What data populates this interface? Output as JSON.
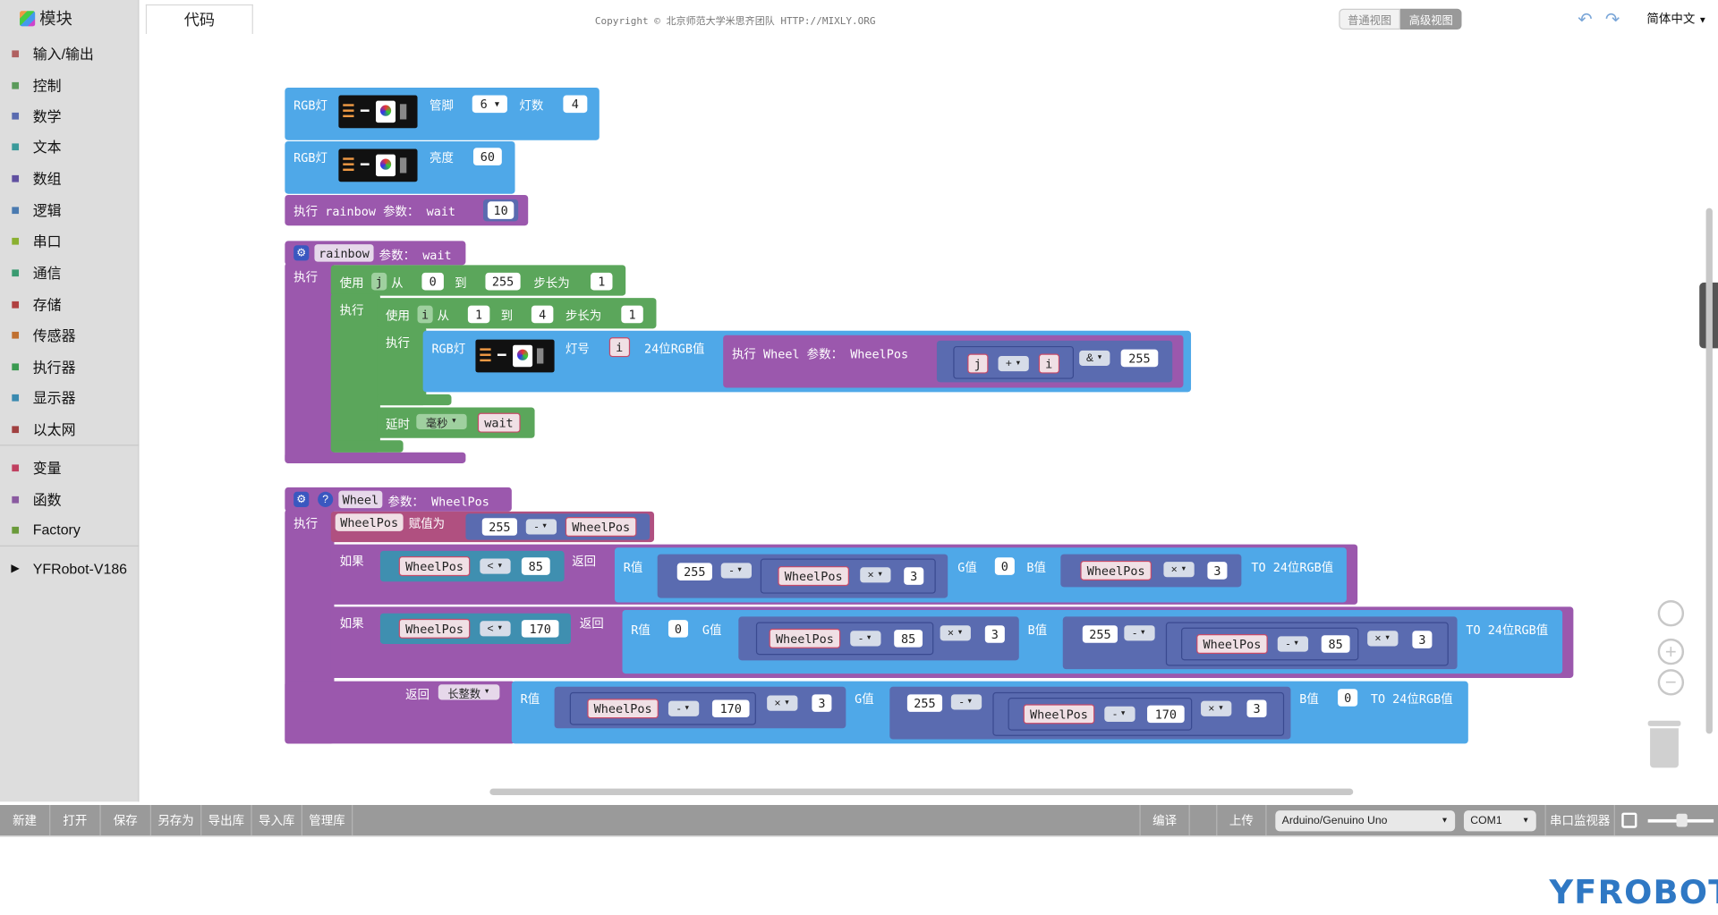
{
  "sidebar": {
    "title": "模块",
    "items": [
      {
        "label": "输入/输出",
        "icon": "arrows-icon",
        "color": "#b06060"
      },
      {
        "label": "控制",
        "icon": "gamepad-icon",
        "color": "#5a9a5a"
      },
      {
        "label": "数学",
        "icon": "math-icon",
        "color": "#5a6bb0"
      },
      {
        "label": "文本",
        "icon": "text-icon",
        "color": "#3a9a9a"
      },
      {
        "label": "数组",
        "icon": "array-icon",
        "color": "#6050a0"
      },
      {
        "label": "逻辑",
        "icon": "bulb-icon",
        "color": "#4a7ab0"
      },
      {
        "label": "串口",
        "icon": "pen-icon",
        "color": "#8ab030"
      },
      {
        "label": "通信",
        "icon": "satellite-icon",
        "color": "#3a9a70"
      },
      {
        "label": "存储",
        "icon": "storage-icon",
        "color": "#b04040"
      },
      {
        "label": "传感器",
        "icon": "sensor-icon",
        "color": "#c07030"
      },
      {
        "label": "执行器",
        "icon": "actuator-icon",
        "color": "#3a9a50"
      },
      {
        "label": "显示器",
        "icon": "monitor-icon",
        "color": "#3a8ab0"
      },
      {
        "label": "以太网",
        "icon": "globe-icon",
        "color": "#a04040"
      },
      {
        "label": "变量",
        "icon": "variable-icon",
        "color": "#c04060"
      },
      {
        "label": "函数",
        "icon": "function-icon",
        "color": "#8a5aa0"
      },
      {
        "label": "Factory",
        "icon": "bolt-icon",
        "color": "#6a9a3a"
      },
      {
        "label": "YFRobot-V186",
        "icon": "triangle-right-icon",
        "color": "#111111"
      }
    ]
  },
  "header": {
    "tab": "代码",
    "copyright": "Copyright © 北京师范大学米思齐团队 HTTP://MIXLY.ORG",
    "view_normal": "普通视图",
    "view_advanced": "高级视图",
    "language": "简体中文"
  },
  "blocks": {
    "rgb1": {
      "label": "RGB灯",
      "pin_label": "管脚",
      "pin": "6",
      "count_label": "灯数",
      "count": "4"
    },
    "rgb2": {
      "label": "RGB灯",
      "bright_label": "亮度",
      "bright": "60"
    },
    "call_rainbow": {
      "label": "执行 rainbow 参数： wait",
      "value": "10"
    },
    "rainbow_fn": {
      "name": "rainbow",
      "params": "参数： wait",
      "do": "执行",
      "loop1": {
        "use": "使用",
        "var": "j",
        "from": "从",
        "start": "0",
        "to": "到",
        "end": "255",
        "step_label": "步长为",
        "step": "1",
        "do": "执行"
      },
      "loop2": {
        "use": "使用",
        "var": "i",
        "from": "从",
        "start": "1",
        "to": "到",
        "end": "4",
        "step_label": "步长为",
        "step": "1",
        "do": "执行"
      },
      "rgb": {
        "label": "RGB灯",
        "num_label": "灯号",
        "num": "i",
        "color_label": "24位RGB值",
        "call": "执行 Wheel 参数： WheelPos",
        "a": "j",
        "op1": "+",
        "b": "i",
        "op2": "&",
        "c": "255"
      },
      "delay": {
        "label": "延时",
        "unit": "毫秒",
        "var": "wait"
      }
    },
    "wheel_fn": {
      "name": "Wheel",
      "params": "参数： WheelPos",
      "do": "执行",
      "assign": {
        "var": "WheelPos",
        "label": "赋值为",
        "a": "255",
        "op": "-",
        "b": "WheelPos"
      },
      "if1": {
        "label": "如果",
        "var": "WheelPos",
        "op": "<",
        "val": "85",
        "ret": "返回",
        "r": "R值",
        "r_a": "255",
        "r_op": "-",
        "r_var": "WheelPos",
        "r_mul": "×",
        "r_b": "3",
        "g": "G值",
        "g_v": "0",
        "b": "B值",
        "b_var": "WheelPos",
        "b_mul": "×",
        "b_b": "3",
        "to": "TO 24位RGB值"
      },
      "if2": {
        "label": "如果",
        "var": "WheelPos",
        "op": "<",
        "val": "170",
        "ret": "返回",
        "r": "R值",
        "r_v": "0",
        "g": "G值",
        "g_var": "WheelPos",
        "g_op": "-",
        "g_a": "85",
        "g_mul": "×",
        "g_b": "3",
        "b": "B值",
        "b_a": "255",
        "b_op": "-",
        "b_var": "WheelPos",
        "b_op2": "-",
        "b_c": "85",
        "b_mul": "×",
        "b_d": "3",
        "to": "TO 24位RGB值"
      },
      "ret": {
        "label": "返回",
        "type": "长整数",
        "r": "R值",
        "r_var": "WheelPos",
        "r_op": "-",
        "r_a": "170",
        "r_mul": "×",
        "r_b": "3",
        "g": "G值",
        "g_a": "255",
        "g_op": "-",
        "g_var": "WheelPos",
        "g_op2": "-",
        "g_c": "170",
        "g_mul": "×",
        "g_d": "3",
        "b": "B值",
        "b_v": "0",
        "to": "TO 24位RGB值"
      }
    }
  },
  "bottom": {
    "buttons": [
      "新建",
      "打开",
      "保存",
      "另存为",
      "导出库",
      "导入库",
      "管理库"
    ],
    "compile": "编译",
    "upload": "上传",
    "board": "Arduino/Genuino Uno",
    "port": "COM1",
    "serial_monitor": "串口监视器"
  },
  "logo": "YFROBOT"
}
